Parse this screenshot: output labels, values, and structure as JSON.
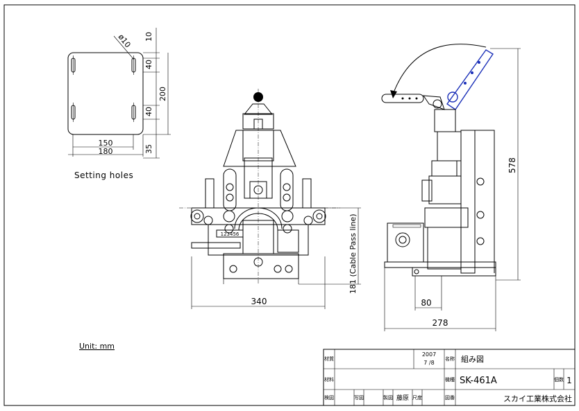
{
  "setting_holes": {
    "caption": "Setting holes",
    "dim_hole_dia": "ø10",
    "dim_top": "10",
    "dim_slot_top": "40",
    "dim_height": "200",
    "dim_slot_bottom": "40",
    "dim_inner_width": "150",
    "dim_outer_width": "180",
    "dim_bottom": "35"
  },
  "front_view": {
    "dim_width": "340",
    "dim_pass_line": "181 (Cable Pass line)",
    "counter_digits": "123456"
  },
  "side_view": {
    "dim_height": "578",
    "dim_offset": "80",
    "dim_width": "278"
  },
  "unit_note": "Unit: mm",
  "title_block": {
    "label_material_quality": "材質",
    "label_material": "材料",
    "label_check": "検図",
    "label_draw": "写図",
    "label_make": "製図",
    "label_scale": "尺度",
    "label_name": "名称",
    "label_model": "機種",
    "label_drawing_no": "図番",
    "label_qty": "個数",
    "drafter": "藤原",
    "year": "2007",
    "date": "7 /8",
    "drawing_name": "組み図",
    "model": "SK-461A",
    "quantity": "1",
    "company": "スカイ工業株式会社"
  }
}
